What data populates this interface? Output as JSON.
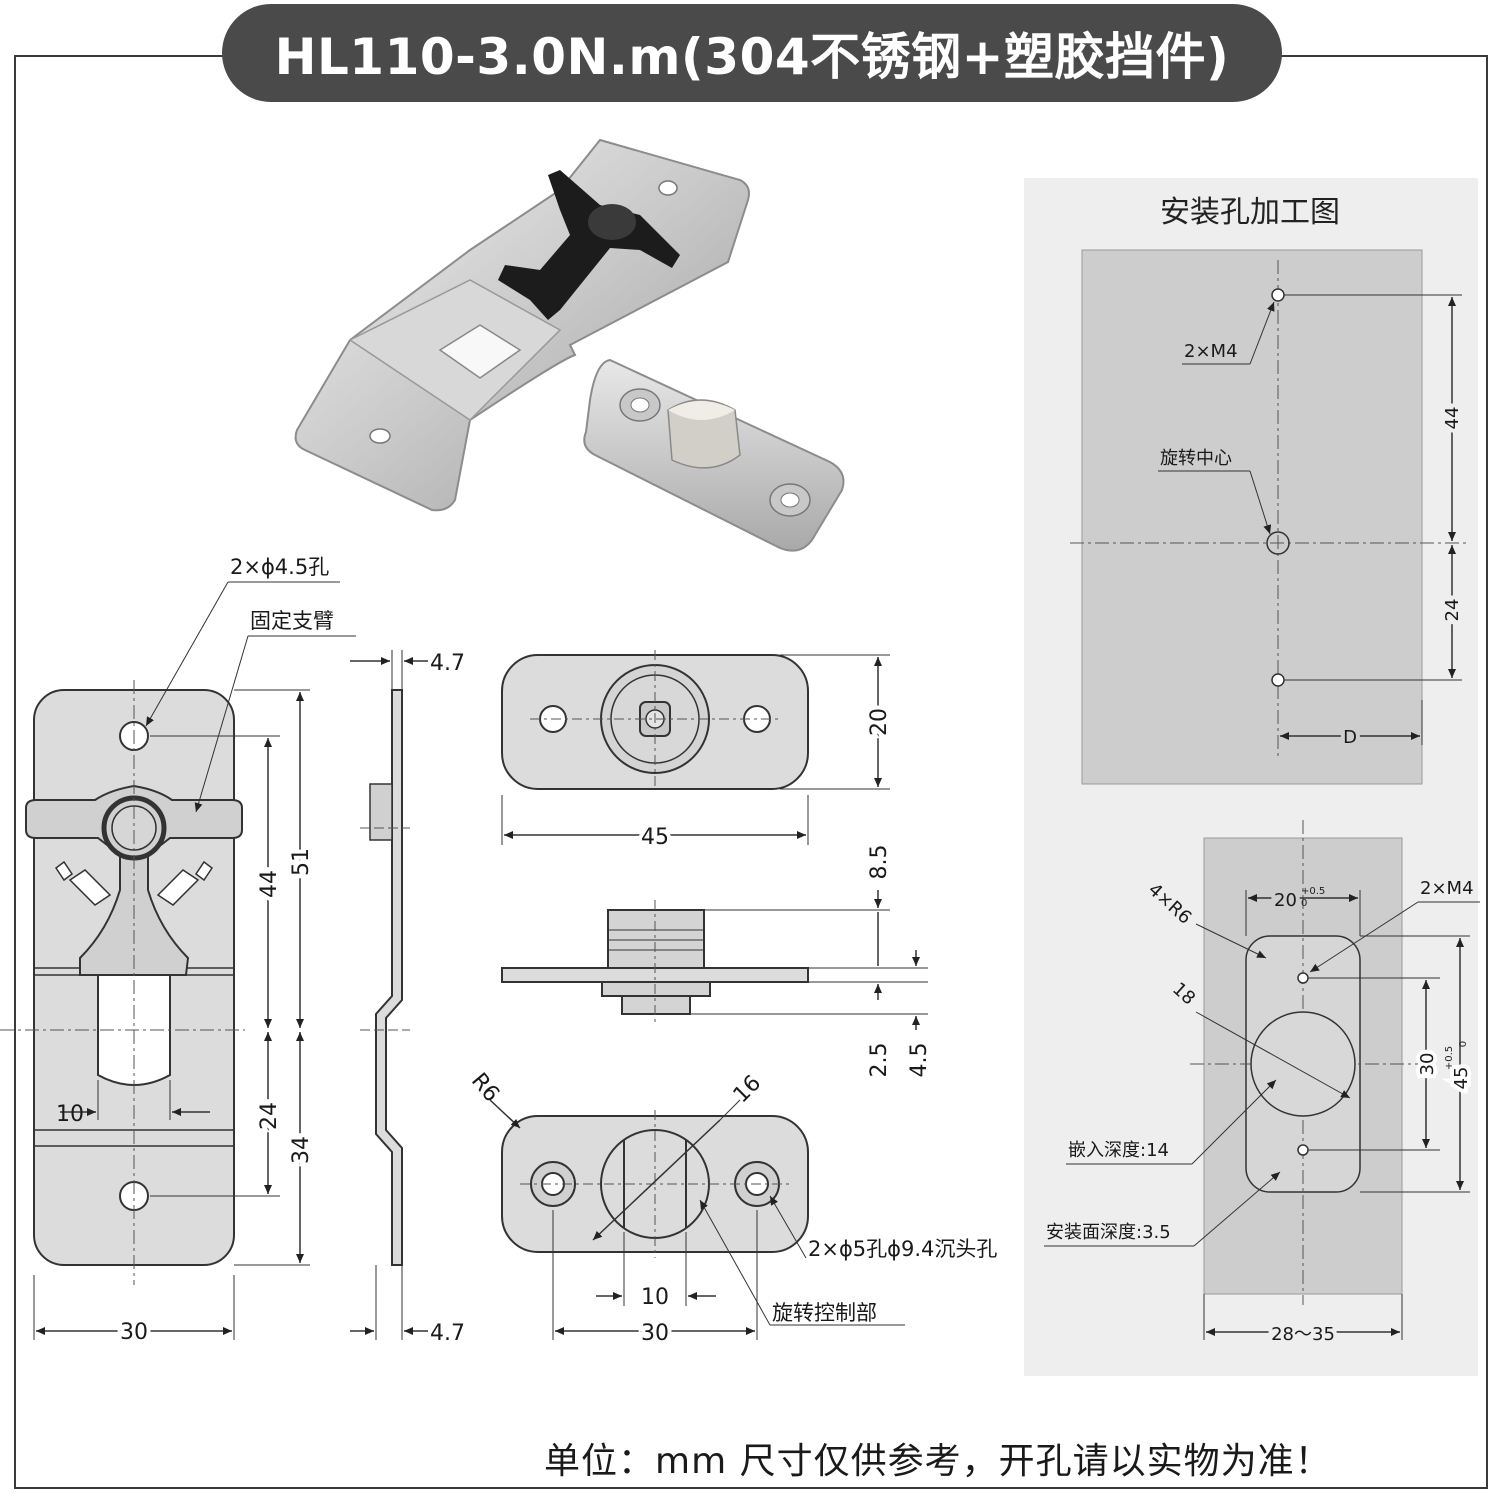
{
  "title": "HL110-3.0N.m(304不锈钢+塑胶挡件)",
  "footer": "单位：mm   尺寸仅供参考，开孔请以实物为准！",
  "colors": {
    "title_bg": "#4a4a4a",
    "panel_bg": "#ececec",
    "part_gray": "#dcdcdc",
    "surface_gray": "#cfcfcf"
  },
  "main_drawing": {
    "callout_holes": "2×ϕ4.5孔",
    "callout_arm": "固定支臂",
    "dim_width": "30",
    "dim_10": "10",
    "dim_44": "44",
    "dim_51": "51",
    "dim_24": "24",
    "dim_34": "34"
  },
  "side_view": {
    "dim_top": "4.7",
    "dim_bottom": "4.7"
  },
  "catch_top": {
    "dim_height": "20",
    "dim_width": "45"
  },
  "catch_side": {
    "dim_85": "8.5",
    "dim_25": "2.5",
    "dim_45": "4.5"
  },
  "catch_bottom": {
    "r6": "R6",
    "d16": "16",
    "holes": "2×ϕ5孔ϕ9.4沉头孔",
    "dim_10": "10",
    "dim_30": "30",
    "control": "旋转控制部"
  },
  "install_panel": {
    "title": "安装孔加工图",
    "m4": "2×M4",
    "center": "旋转中心",
    "dim_44": "44",
    "dim_24": "24",
    "dim_d": "D"
  },
  "cutout_panel": {
    "r6": "4×R6",
    "dim_20": "20",
    "tol_20_up": "+0.5",
    "tol_20_low": "0",
    "m4": "2×M4",
    "dim_18": "18",
    "dim_30": "30",
    "dim_45": "45",
    "tol_45_up": "+0.5",
    "tol_45_low": "0",
    "depth": "嵌入深度:14",
    "surface": "安装面深度:3.5",
    "dim_range": "28～35"
  }
}
